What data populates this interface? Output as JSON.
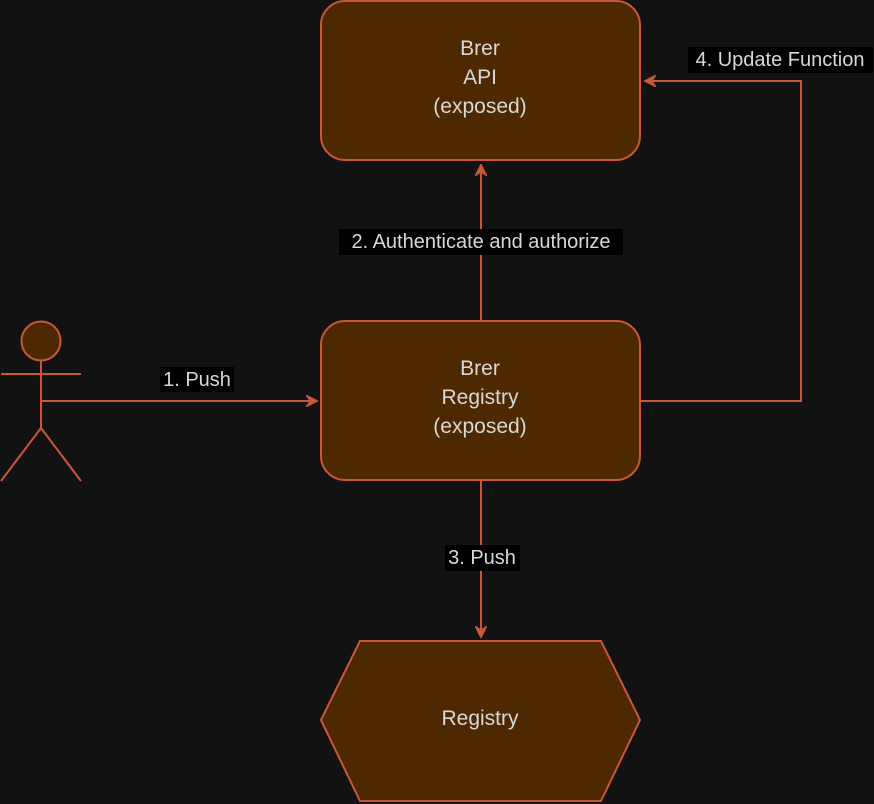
{
  "colors": {
    "background": "#121212",
    "node_fill": "#4d2800",
    "stroke": "#c9573b",
    "text": "#d8d8d8",
    "label_background": "#000000"
  },
  "nodes": {
    "api": {
      "line1": "Brer",
      "line2": "API",
      "line3": "(exposed)"
    },
    "brer_registry": {
      "line1": "Brer",
      "line2": "Registry",
      "line3": "(exposed)"
    },
    "registry": {
      "label": "Registry"
    }
  },
  "edges": {
    "push_to_brer": "1. Push",
    "authenticate": "2. Authenticate and authorize",
    "push_to_registry": "3. Push",
    "update_function": "4. Update Function"
  }
}
